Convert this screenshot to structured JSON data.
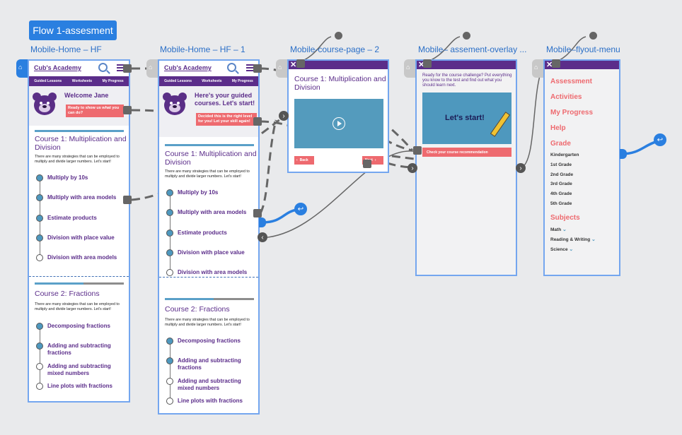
{
  "flow_badge": "Flow 1-assesment",
  "frame_labels": [
    "Mobile-Home – HF",
    "Mobile-Home – HF – 1",
    "Mobile-course-page – 2",
    "Mobile– assement-overlay ...",
    "Mobile–flyout-menu"
  ],
  "app": {
    "logo": "Cub's Academy",
    "nav": [
      "Guided Lessons",
      "Worksheets",
      "My Progress"
    ]
  },
  "home": {
    "welcome": "Welcome Jane",
    "prompt": "Ready to show us what you can do?",
    "course1": {
      "title": "Course 1: Multiplication and Division",
      "desc": "There are many strategies that can be employed to multiply and divide larger numbers. Let's start!",
      "items": [
        "Multiply by 10s",
        "Multiply with area models",
        "Estimate products",
        "Division with place value",
        "Division with area models"
      ]
    },
    "course2": {
      "title": "Course 2: Fractions",
      "desc": "There are many strategies that can be employed to multiply and divide larger numbers. Let's start!",
      "items": [
        "Decomposing fractions",
        "Adding and subtracting fractions",
        "Adding and subtracting mixed numbers",
        "Line plots with fractions"
      ]
    }
  },
  "home2": {
    "welcome": "Here's your guided courses. Let's start!",
    "prompt": "Decided this is the right level for you! Let your skill again!"
  },
  "course_page": {
    "title": "Course 1: Multiplication and Division",
    "back": "Back",
    "next": "Next"
  },
  "overlay": {
    "text": "Ready for the course challenge? Put everything you know to the test and find out what you should learn next.",
    "lets_start": "Let's start!",
    "cta": "Check your course recommendation"
  },
  "flyout": {
    "main": [
      "Assessment",
      "Activities",
      "My Progress",
      "Help"
    ],
    "grade_title": "Grade",
    "grades": [
      "Kindergarten",
      "1st Grade",
      "2nd Grade",
      "3rd Grade",
      "4th Grade",
      "5th Grade"
    ],
    "subjects_title": "Subjects",
    "subjects": [
      "Math",
      "Reading & Writing",
      "Science"
    ]
  },
  "icons": {
    "home": "⌂",
    "close": "✕",
    "chevron_right": "›",
    "chevron_left": "‹",
    "back": "↩",
    "chevron_down": "⌄"
  },
  "colors": {
    "accent": "#2a7fe0",
    "purple": "#5b2d8a",
    "pink": "#ee6a6f",
    "teal": "#4e98be"
  }
}
